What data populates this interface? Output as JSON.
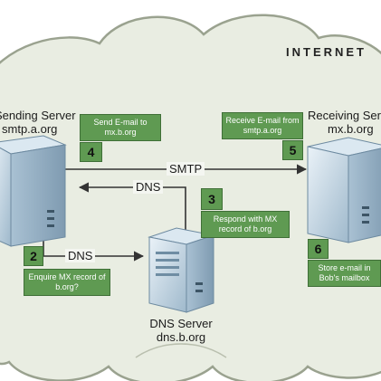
{
  "title": "INTERNET",
  "sending_server": {
    "label": "Sending Server",
    "host": "smtp.a.org"
  },
  "receiving_server": {
    "label": "Receiving Server",
    "host": "mx.b.org"
  },
  "dns_server": {
    "label": "DNS Server",
    "host": "dns.b.org"
  },
  "arrows": {
    "smtp": "SMTP",
    "dns_query": "DNS",
    "dns_response": "DNS"
  },
  "steps": [
    {
      "number": "2",
      "text": "Enquire MX record of b.org?"
    },
    {
      "number": "3",
      "text": "Respond with MX record of b.org"
    },
    {
      "number": "4",
      "text": "Send E-mail to mx.b.org"
    },
    {
      "number": "5",
      "text": "Receive E-mail from smtp.a.org"
    },
    {
      "number": "6",
      "text": "Store e-mail in Bob's mailbox"
    }
  ],
  "colors": {
    "cloud": "#e9ede2",
    "cloud_outline": "#9aa28f",
    "step_box": "#5f9a52",
    "server": "#c9dce9"
  }
}
